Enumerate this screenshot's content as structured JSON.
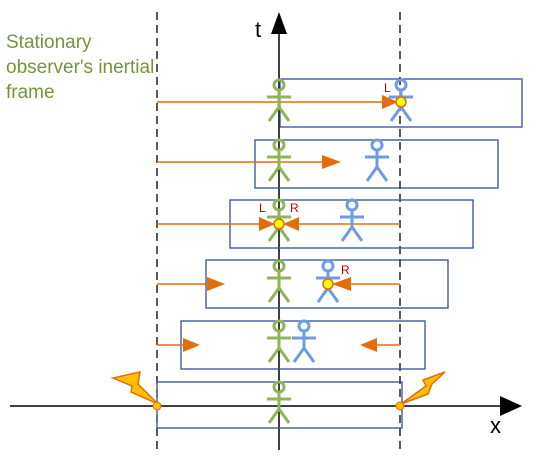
{
  "frame_label": "Stationary observer's inertial frame",
  "axes": {
    "t_label": "t",
    "x_label": "x"
  },
  "end_labels": {
    "left": "L",
    "right": "R"
  },
  "colors": {
    "stationary_observer": "#8db657",
    "moving_observer": "#6d9de0",
    "light_ray": "#e46c0a",
    "train_box": "#2f4f9f",
    "event_dot": "#ffff00",
    "lightning": "#ffc000",
    "label_text": "#77933c",
    "end_label": "#c00000"
  },
  "icons": [
    "lightning-bolt-icon",
    "stick-figure-icon",
    "arrow-head-icon"
  ]
}
